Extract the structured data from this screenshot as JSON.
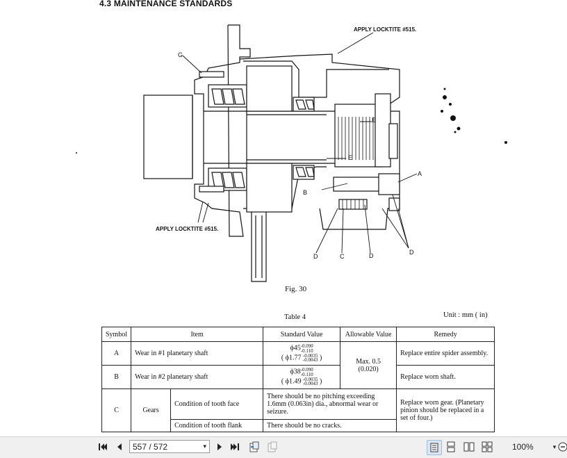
{
  "section": {
    "title": "4.3  MAINTENANCE STANDARDS"
  },
  "figure": {
    "callout_top": "APPLY LOCKTITE #515.",
    "callout_bottom": "APPLY LOCKTITE #515.",
    "letters": {
      "g": "G",
      "e1": "E",
      "e2": "E",
      "a": "A",
      "b": "B",
      "c": "C",
      "d1": "D",
      "d2": "D",
      "d3": "D"
    },
    "caption": "Fig. 30"
  },
  "table": {
    "title": "Table 4",
    "unit": "Unit : mm ( in)",
    "headers": [
      "Symbol",
      "Item",
      "Standard Value",
      "Allowable Value",
      "Remedy"
    ],
    "rows": [
      {
        "symbol": "A",
        "item": "Wear in #1 planetary shaft",
        "std_main": "ϕ45",
        "std_main_up": "-0.090",
        "std_main_low": "-0.110",
        "std_in": "( ϕ1.77",
        "std_in_up": "-0.0035",
        "std_in_low": "-0.0043",
        "std_in_close": ")",
        "remedy": "Replace entire spider assembly."
      },
      {
        "symbol": "B",
        "item": "Wear in #2 planetary shaft",
        "std_main": "ϕ38",
        "std_main_up": "-0.090",
        "std_main_low": "-0.110",
        "std_in": "( ϕ1.49",
        "std_in_up": "-0.0035",
        "std_in_low": "-0.0043",
        "std_in_close": ")",
        "remedy": "Replace worn shaft."
      }
    ],
    "allowable_shared": {
      "prefix": "Max.",
      "value": "0.5",
      "inch": "(0.020)"
    },
    "row_c": {
      "symbol": "C",
      "group": "Gears",
      "face_item": "Condition of tooth face",
      "face_std": "There should be no pitching exceeding 1.6mm (0.063in) dia., abnormal wear or seizure.",
      "face_remedy": "Replace worn gear. (Planetary pinion should be replaced in a set of four.)",
      "flank_item": "Condition of tooth flank",
      "flank_std": "There should be no cracks."
    }
  },
  "toolbar": {
    "page_field": "557 / 572",
    "zoom": "100%"
  }
}
